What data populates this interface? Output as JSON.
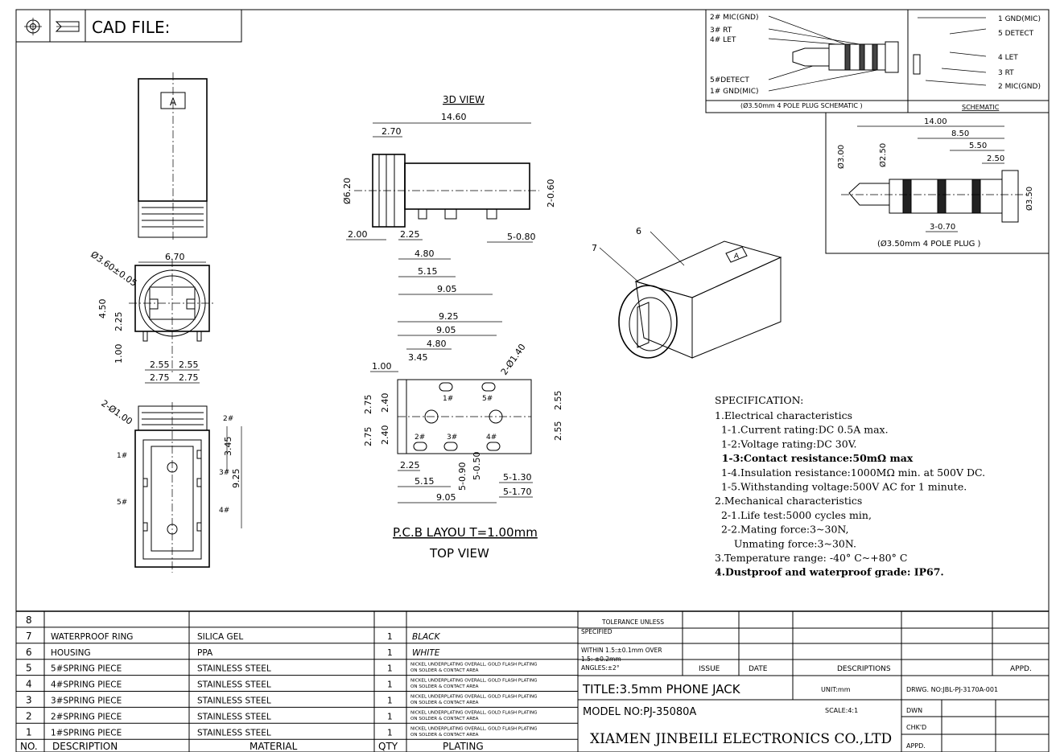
{
  "header": {
    "cad_label": "CAD FILE:"
  },
  "views": {
    "view3d_title": "3D VIEW",
    "pcb_title": "P.C.B LAYOU T=1.00mm",
    "top_view": "TOP VIEW",
    "front_letter": "A",
    "callout_6": "6",
    "callout_7": "7"
  },
  "dims": {
    "d_14_60": "14.60",
    "d_2_70": "2.70",
    "d_6_20": "Ø6.20",
    "d_2_0_60": "2-0.60",
    "d_2_00": "2.00",
    "d_2_25": "2.25",
    "d_4_80": "4.80",
    "d_5_0_80": "5-0.80",
    "d_5_15": "5.15",
    "d_9_05": "9.05",
    "d_3_60": "Ø3.60±0.05",
    "d_6_70": "6.70",
    "d_4_50": "4.50",
    "d_2_25b": "2.25",
    "d_1_00": "1.00",
    "d_2_55": "2.55",
    "d_2_75": "2.75",
    "d_2_1_00": "2-Ø1.00",
    "d_3_45": "3.45",
    "d_9_25": "9.25",
    "p_9_25": "9.25",
    "p_9_05": "9.05",
    "p_4_80": "4.80",
    "p_3_45": "3.45",
    "p_1_00": "1.00",
    "p_2_1_40": "2-Ø1.40",
    "p_2_75": "2.75",
    "p_2_40": "2.40",
    "p_2_55": "2.55",
    "p_2_25": "2.25",
    "p_5_15": "5.15",
    "p_5_0_90": "5-0.90",
    "p_5_0_50": "5-0.50",
    "p_5_1_30": "5-1.30",
    "p_5_1_70": "5-1.70",
    "p_9_05b": "9.05"
  },
  "pins": {
    "p1": "1#",
    "p2": "2#",
    "p3": "3#",
    "p4": "4#",
    "p5": "5#"
  },
  "plug_schematic": {
    "left_labels": [
      "2# MIC(GND)",
      "3# RT",
      "4# LET",
      "5#DETECT",
      "1# GND(MIC)"
    ],
    "caption": "(Ø3.50mm 4 POLE PLUG SCHEMATIC )",
    "schematic_caption": "SCHEMATIC",
    "right_labels": [
      "1 GND(MIC)",
      "5 DETECT",
      "4 LET",
      "3 RT",
      "2 MIC(GND)"
    ]
  },
  "plug": {
    "d_14_00": "14.00",
    "d_8_50": "8.50",
    "d_5_50": "5.50",
    "d_2_50": "2.50",
    "d_phi3": "Ø3.00",
    "d_phi25": "Ø2.50",
    "d_phi35": "Ø3.50",
    "d_3_0_70": "3-0.70",
    "caption": "(Ø3.50mm 4 POLE PLUG )"
  },
  "spec": {
    "title": "SPECIFICATION:",
    "lines": [
      {
        "text": "1.Electrical characteristics",
        "bold": false
      },
      {
        "text": "  1-1.Current rating:DC 0.5A max.",
        "bold": false
      },
      {
        "text": "  1-2:Voltage rating:DC 30V.",
        "bold": false
      },
      {
        "text": "  1-3:Contact resistance:50mΩ max",
        "bold": true
      },
      {
        "text": "  1-4.Insulation resistance:1000MΩ min. at 500V DC.",
        "bold": false
      },
      {
        "text": "  1-5.Withstanding voltage:500V AC for 1 minute.",
        "bold": false
      },
      {
        "text": "2.Mechanical characteristics",
        "bold": false
      },
      {
        "text": "  2-1.Life test:5000 cycles min,",
        "bold": false
      },
      {
        "text": "  2-2.Mating force:3~30N,",
        "bold": false
      },
      {
        "text": "      Unmating force:3~30N.",
        "bold": false
      },
      {
        "text": "3.Temperature range: -40° C~+80° C",
        "bold": false
      },
      {
        "text": "4.Dustproof and waterproof grade: IP67.",
        "bold": true
      }
    ]
  },
  "bom": {
    "rows": [
      {
        "no": "8",
        "desc": "",
        "mat": "",
        "qty": "",
        "plating": ""
      },
      {
        "no": "7",
        "desc": "WATERPROOF RING",
        "mat": "SILICA GEL",
        "qty": "1",
        "plating": "BLACK"
      },
      {
        "no": "6",
        "desc": "HOUSING",
        "mat": "PPA",
        "qty": "1",
        "plating": "WHITE"
      },
      {
        "no": "5",
        "desc": "5#SPRING PIECE",
        "mat": "STAINLESS STEEL",
        "qty": "1",
        "plating": "NICKEL UNDERPLATING OVERALL, GOLD FLASH PLATING ON SOLDER & CONTACT AREA"
      },
      {
        "no": "4",
        "desc": "4#SPRING PIECE",
        "mat": "STAINLESS STEEL",
        "qty": "1",
        "plating": "NICKEL UNDERPLATING OVERALL, GOLD FLASH PLATING ON SOLDER & CONTACT AREA"
      },
      {
        "no": "3",
        "desc": "3#SPRING PIECE",
        "mat": "STAINLESS STEEL",
        "qty": "1",
        "plating": "NICKEL UNDERPLATING OVERALL, GOLD FLASH PLATING ON SOLDER & CONTACT AREA"
      },
      {
        "no": "2",
        "desc": "2#SPRING PIECE",
        "mat": "STAINLESS STEEL",
        "qty": "1",
        "plating": "NICKEL UNDERPLATING OVERALL, GOLD FLASH PLATING ON SOLDER & CONTACT AREA"
      },
      {
        "no": "1",
        "desc": "1#SPRING PIECE",
        "mat": "STAINLESS STEEL",
        "qty": "1",
        "plating": "NICKEL UNDERPLATING OVERALL, GOLD FLASH PLATING ON SOLDER & CONTACT AREA"
      }
    ],
    "headers": {
      "no": "NO.",
      "desc": "DESCRIPTION",
      "mat": "MATERIAL",
      "qty": "QTY",
      "plating": "PLATING"
    }
  },
  "title_block": {
    "tol1": "TOLERANCE UNLESS",
    "tol2": "SPECIFIED",
    "tol3": "WITHIN 1.5:±0.1mm OVER",
    "tol4": "1.5: ±0.2mm",
    "tol5": "ANGLES:±2°",
    "issue": "ISSUE",
    "date": "DATE",
    "descriptions": "DESCRIPTIONS",
    "appd": "APPD.",
    "title": "TITLE:3.5mm PHONE JACK",
    "unit": "UNIT:mm",
    "drwg": "DRWG. NO:JBL-PJ-3170A-001",
    "model": "MODEL NO:PJ-35080A",
    "scale": "SCALE:4:1",
    "dwn": "DWN",
    "chkd": "CHK'D",
    "appd2": "APPD.",
    "company": "XIAMEN JINBEILI ELECTRONICS CO.,LTD"
  }
}
